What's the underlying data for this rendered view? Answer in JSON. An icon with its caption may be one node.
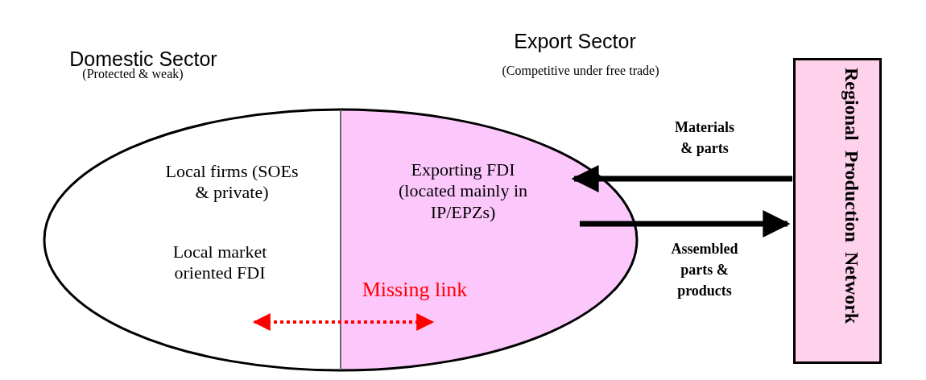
{
  "diagram": {
    "nodes": [
      {
        "text": [
          "Domestic Sector",
          "(Protected & weak)",
          "Local firms (SOEs & private)",
          "Local market oriented FDI"
        ]
      },
      {
        "text": [
          "Export Sector",
          "(Competitive under free trade)",
          "Exporting FDI (located mainly in IP/EPZs)"
        ]
      },
      {
        "text": [
          "Regional Production Network"
        ]
      }
    ],
    "edges": [
      {
        "from": 2,
        "to": 1,
        "arrow": "to",
        "label": "Materials & parts"
      },
      {
        "from": 1,
        "to": 2,
        "arrow": "to",
        "label": "Assembled parts & products"
      },
      {
        "from": 0,
        "to": 1,
        "arrow": "both",
        "label": "Missing link",
        "style": "dashed",
        "color": "#ff0000"
      }
    ]
  }
}
